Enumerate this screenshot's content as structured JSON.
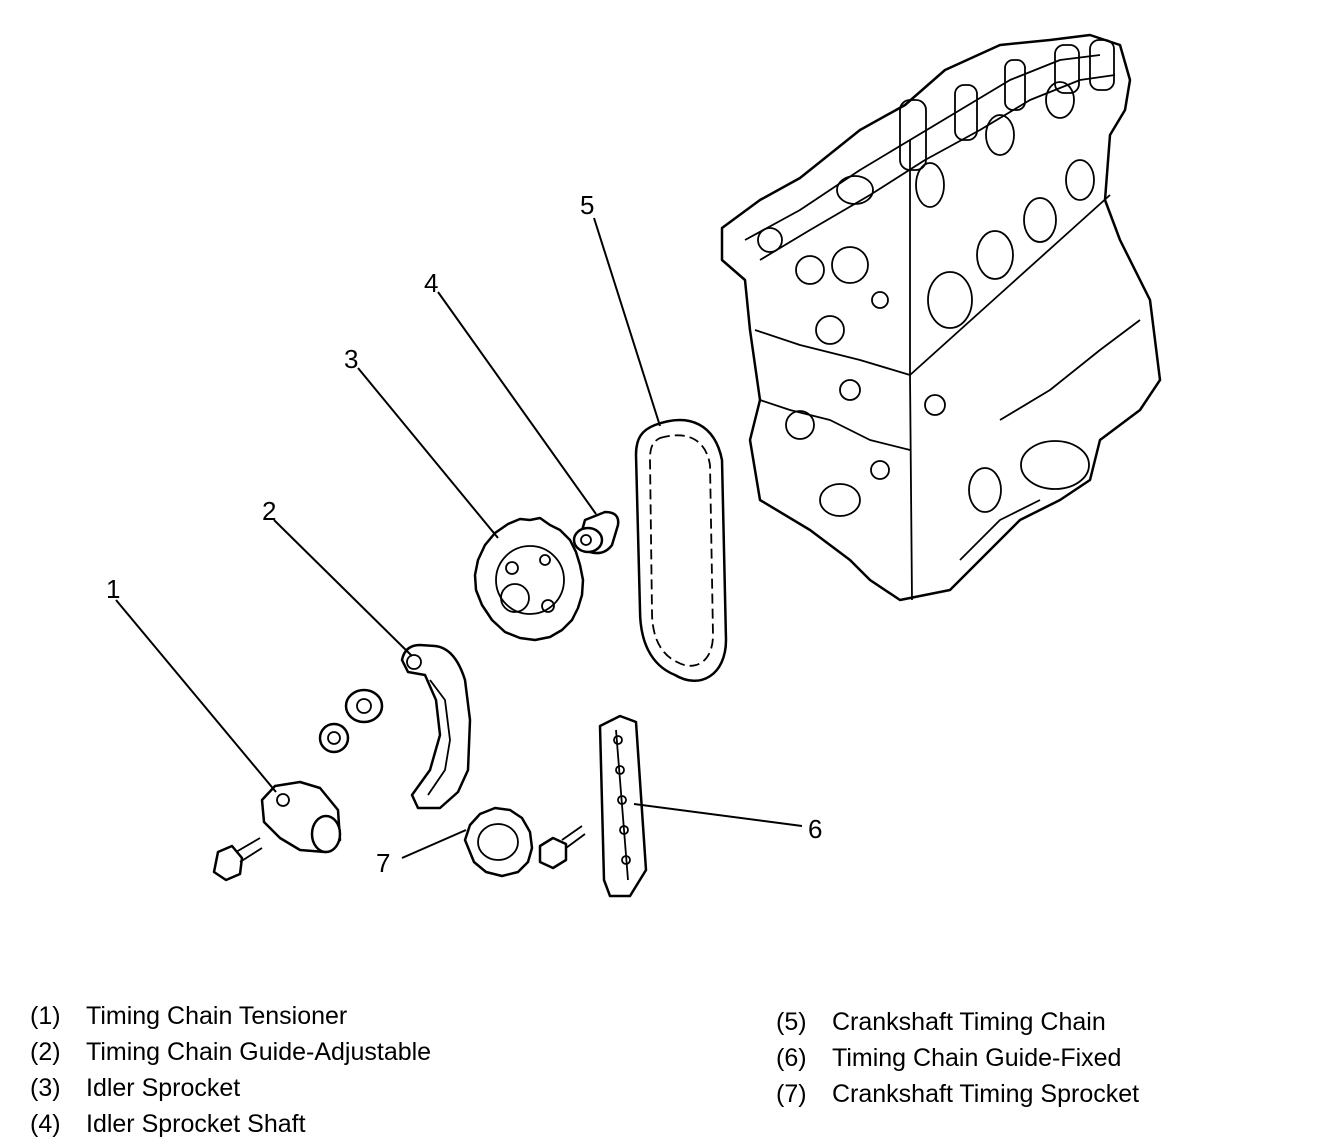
{
  "callouts": {
    "c1": "1",
    "c2": "2",
    "c3": "3",
    "c4": "4",
    "c5": "5",
    "c6": "6",
    "c7": "7"
  },
  "legend": {
    "left": [
      {
        "num": "(1)",
        "label": "Timing Chain Tensioner"
      },
      {
        "num": "(2)",
        "label": "Timing Chain Guide-Adjustable"
      },
      {
        "num": "(3)",
        "label": "Idler Sprocket"
      },
      {
        "num": "(4)",
        "label": "Idler Sprocket Shaft"
      }
    ],
    "right": [
      {
        "num": "(5)",
        "label": "Crankshaft Timing Chain"
      },
      {
        "num": "(6)",
        "label": "Timing Chain Guide-Fixed"
      },
      {
        "num": "(7)",
        "label": "Crankshaft Timing Sprocket"
      }
    ]
  }
}
